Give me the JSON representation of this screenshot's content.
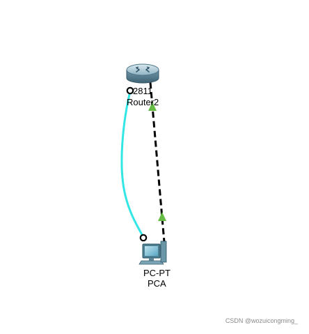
{
  "devices": [
    {
      "id": "router",
      "model": "2811",
      "name": "Router2",
      "icon": "router-icon"
    },
    {
      "id": "pc",
      "model": "PC-PT",
      "name": "PCA",
      "icon": "pc-icon"
    }
  ],
  "links": [
    {
      "id": "console-cable",
      "type": "console",
      "color": "#33e6e6",
      "endpoint_status": [
        "disconnected",
        "disconnected"
      ]
    },
    {
      "id": "ethernet-crossover-cable",
      "type": "crossover",
      "color": "#000000",
      "endpoint_status": [
        "up",
        "up"
      ],
      "status_color": "#66bb44"
    }
  ],
  "watermark": "CSDN @wozuicongming_"
}
